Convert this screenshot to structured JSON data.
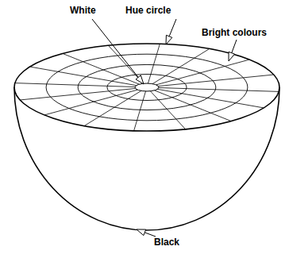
{
  "diagram": {
    "labels": [
      "White",
      "Hue circle",
      "Bright colours",
      "Black"
    ]
  }
}
